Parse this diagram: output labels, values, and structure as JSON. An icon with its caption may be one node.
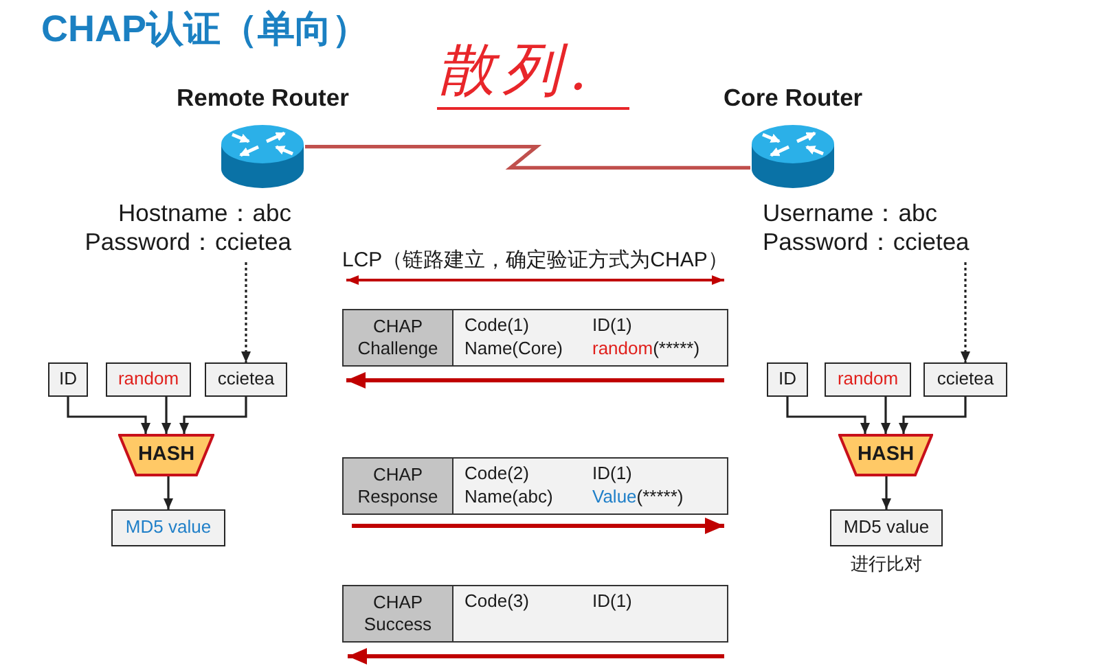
{
  "diagram": {
    "title": "CHAP认证（单向）",
    "nodes": [
      {
        "text": [],
        "shape": "picture",
        "beside": [
          "Remote Router"
        ]
      },
      {
        "text": [],
        "shape": "picture",
        "beside": [
          "Core Router"
        ]
      },
      {
        "text": [
          "Hostname：abc",
          "Password：ccietea"
        ]
      },
      {
        "text": [
          "ID"
        ]
      },
      {
        "text": [
          "random"
        ]
      },
      {
        "text": [
          "ccietea"
        ]
      },
      {
        "text": [
          "HASH"
        ]
      },
      {
        "text": [
          "MD5 value"
        ]
      },
      {
        "text": [
          "Username：abc",
          "Password：ccietea"
        ]
      },
      {
        "text": [
          "ID"
        ]
      },
      {
        "text": [
          "random"
        ]
      },
      {
        "text": [
          "ccietea"
        ]
      },
      {
        "text": [
          "HASH"
        ]
      },
      {
        "text": [
          "MD5 value"
        ],
        "beside": [
          "进行比对"
        ]
      },
      {
        "text": [
          "CHAP Challenge",
          "Code(1)",
          "ID(1)",
          "Name(Core)",
          "random(*****)"
        ]
      },
      {
        "text": [
          "CHAP Response",
          "Code(2)",
          "ID(1)",
          "Name(abc)",
          "Value(*****)"
        ]
      },
      {
        "text": [
          "CHAP Success",
          "Code(3)",
          "ID(1)"
        ]
      }
    ],
    "edges": [
      {
        "from": 0,
        "to": 1,
        "arrow": "none",
        "color": "#c0504d"
      },
      {
        "from": 2,
        "to": 5,
        "arrow": "to",
        "style": "dashed"
      },
      {
        "from": 3,
        "to": 6,
        "arrow": "to"
      },
      {
        "from": 4,
        "to": 6,
        "arrow": "to"
      },
      {
        "from": 5,
        "to": 6,
        "arrow": "to"
      },
      {
        "from": 6,
        "to": 7,
        "arrow": "to"
      },
      {
        "from": 8,
        "to": 11,
        "arrow": "to",
        "style": "dashed"
      },
      {
        "from": 9,
        "to": 12,
        "arrow": "to"
      },
      {
        "from": 10,
        "to": 12,
        "arrow": "to"
      },
      {
        "from": 11,
        "to": 12,
        "arrow": "to"
      },
      {
        "from": 12,
        "to": 13,
        "arrow": "to"
      }
    ],
    "labels": [
      "散列.",
      "LCP（链路建立，确定验证方式为CHAP）"
    ]
  }
}
